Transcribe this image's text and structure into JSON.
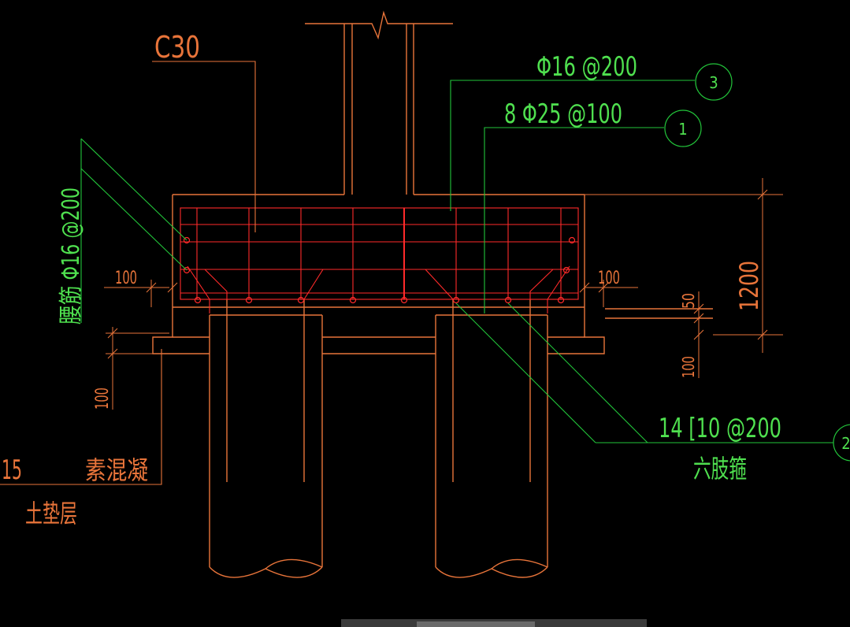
{
  "colors": {
    "background": "#000000",
    "concrete": "#e8743a",
    "rebar": "#ff2a2a",
    "leader": "#22c43a",
    "label": "#e8743a",
    "annotation": "#4fe04f",
    "dimension": "#e8743a"
  },
  "labels": {
    "concrete_grade": "C30",
    "top_rebar": "Φ16 @200",
    "main_rebar": "8 Φ25 @100",
    "waist_rebar": "腰筋  Φ16 @200",
    "stirrup": "14 [10 @200",
    "stirrup_type": "六肢箍",
    "plain_concrete": "素混凝",
    "cushion": "土垫层",
    "cushion_thickness": "15"
  },
  "callouts": {
    "c3": "3",
    "c1": "1",
    "c2": "2"
  },
  "dimensions": {
    "left_cover": "100",
    "right_cover": "100",
    "pile_embed": "100",
    "cap_height": "1200",
    "bottom_cover": "50",
    "right_bottom": "100"
  }
}
